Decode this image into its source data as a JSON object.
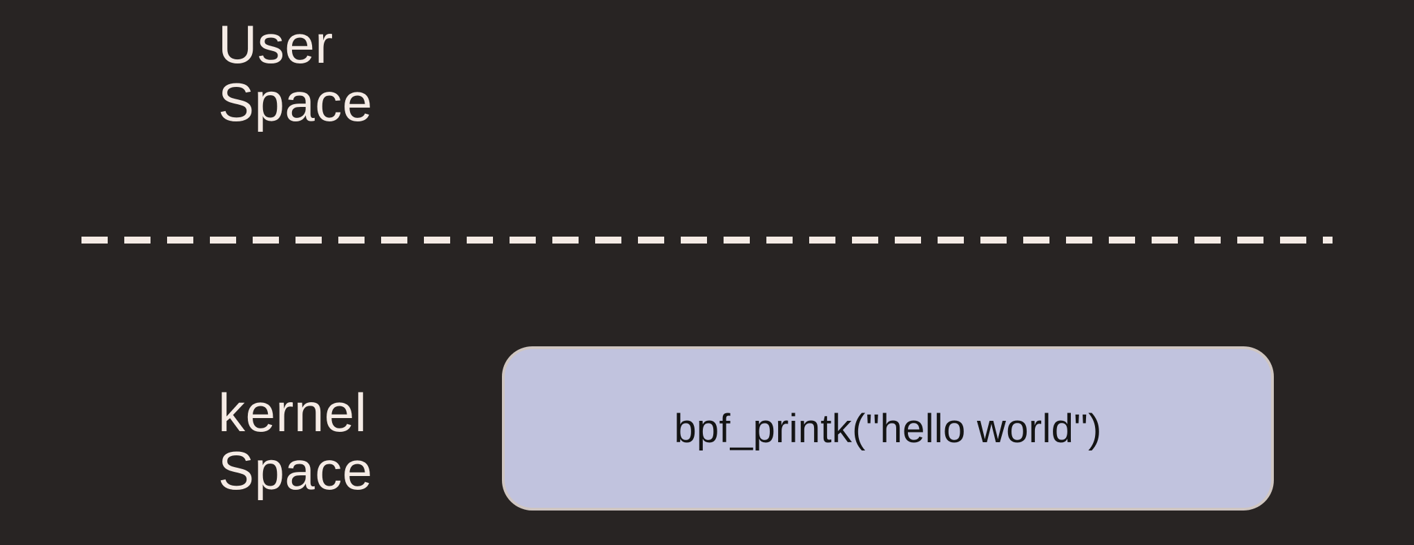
{
  "user_space": {
    "line1": "User",
    "line2": "Space"
  },
  "kernel_space": {
    "line1": "kernel",
    "line2": "Space"
  },
  "program_box": {
    "code": "bpf_printk(\"hello world\")"
  },
  "colors": {
    "background": "#282423",
    "label_text": "#f5ebe5",
    "divider": "#f5ebe5",
    "box_fill": "#c1c3de",
    "box_border": "#cfc6c2",
    "box_text": "#141414"
  }
}
